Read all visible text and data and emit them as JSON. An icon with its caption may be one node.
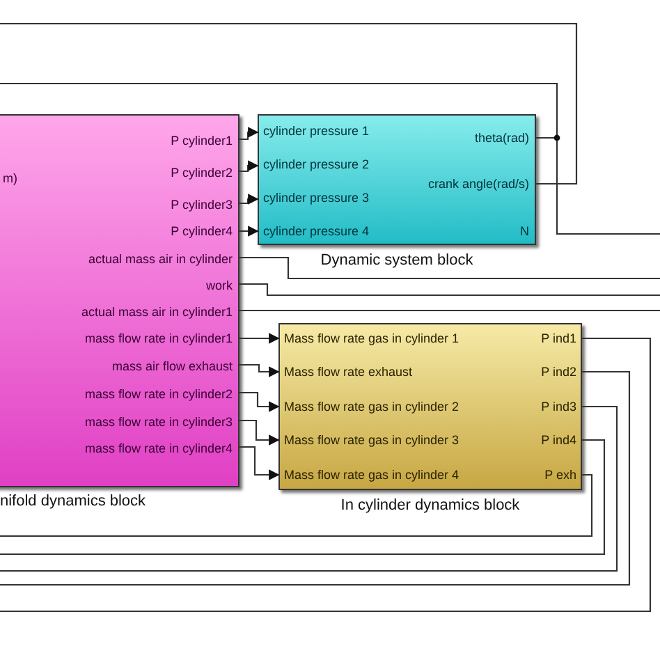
{
  "diagram": {
    "nodes": [
      {
        "text": [
          "m)",
          "P cylinder1",
          "P cylinder2",
          "P cylinder3",
          "P cylinder4",
          "actual mass air in cylinder",
          "work",
          "actual mass air in cylinder1",
          "mass flow rate in cylinder1",
          "mass air flow exhaust",
          "mass flow rate in cylinder2",
          "mass flow rate in cylinder3",
          "mass flow rate in cylinder4",
          "nifold dynamics block"
        ]
      },
      {
        "text": [
          "cylinder pressure 1",
          "cylinder pressure 2",
          "cylinder pressure 3",
          "cylinder pressure 4",
          "theta(rad)",
          "crank angle(rad/s)",
          "N",
          "Dynamic system block"
        ]
      },
      {
        "text": [
          "Mass flow rate gas in cylinder 1",
          "Mass flow rate exhaust",
          "Mass flow rate gas in cylinder 2",
          "Mass flow rate gas in cylinder 3",
          "Mass flow rate gas in cylinder 4",
          "P ind1",
          "P ind2",
          "P ind3",
          "P ind4",
          "P exh",
          "In cylinder dynamics block"
        ]
      }
    ],
    "edges": [
      {
        "from": 0,
        "to": 1,
        "arrow": "to"
      },
      {
        "from": 0,
        "to": 1,
        "arrow": "to"
      },
      {
        "from": 0,
        "to": 1,
        "arrow": "to"
      },
      {
        "from": 0,
        "to": 1,
        "arrow": "to"
      },
      {
        "from": 0,
        "to": 2,
        "arrow": "to"
      },
      {
        "from": 0,
        "to": 2,
        "arrow": "to"
      },
      {
        "from": 0,
        "to": 2,
        "arrow": "to"
      },
      {
        "from": 0,
        "to": 2,
        "arrow": "to"
      },
      {
        "from": 0,
        "to": 2,
        "arrow": "to"
      },
      {
        "from": 1,
        "to": null,
        "arrow": "none"
      },
      {
        "from": 1,
        "to": null,
        "arrow": "none"
      },
      {
        "from": 1,
        "to": null,
        "arrow": "none"
      },
      {
        "from": 0,
        "to": null,
        "arrow": "none"
      },
      {
        "from": 0,
        "to": null,
        "arrow": "none"
      },
      {
        "from": 0,
        "to": null,
        "arrow": "none"
      },
      {
        "from": 2,
        "to": null,
        "arrow": "none"
      },
      {
        "from": 2,
        "to": null,
        "arrow": "none"
      },
      {
        "from": 2,
        "to": null,
        "arrow": "none"
      },
      {
        "from": 2,
        "to": null,
        "arrow": "none"
      },
      {
        "from": 2,
        "to": null,
        "arrow": "none"
      }
    ]
  }
}
